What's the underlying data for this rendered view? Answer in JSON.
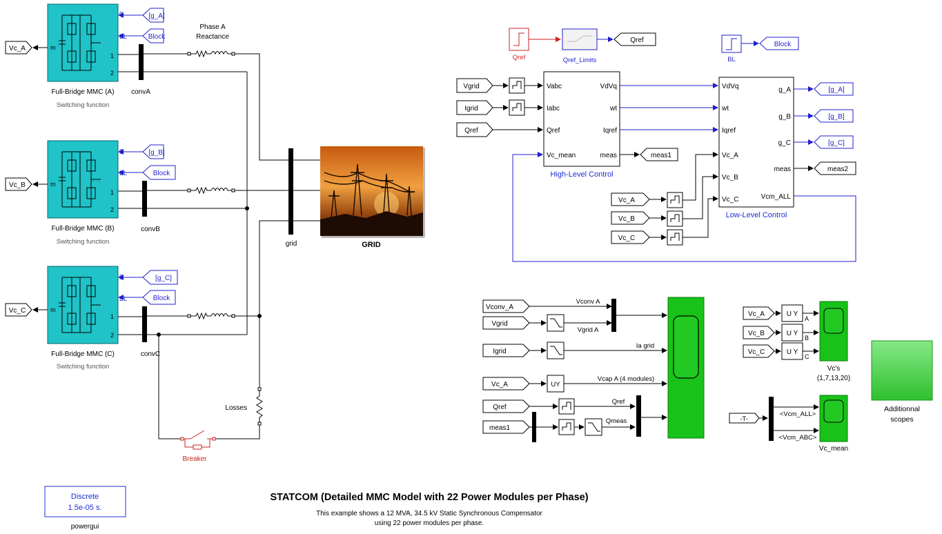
{
  "colors": {
    "wire": "#000000",
    "signal": "#1f1fcc",
    "block_cyan": "#1fc3c8",
    "scope_green": "#18c218",
    "scope_screen": "#22c922",
    "breaker_red": "#cc2020",
    "label_blue": "#1a2fd0"
  },
  "mmc": {
    "phase_a": {
      "name": "Full-Bridge MMC (A)",
      "sub": "Switching function",
      "vc_out": "Vc_A",
      "g_tag": "[g_A]",
      "block_tag": "Block",
      "port_g": "g",
      "port_bl": "BL",
      "port_m": "m",
      "port_1": "1",
      "port_2": "2",
      "mux": "convA"
    },
    "phase_b": {
      "name": "Full-Bridge MMC (B)",
      "sub": "Switching function",
      "vc_out": "Vc_B",
      "g_tag": "[g_B]",
      "block_tag": "Block",
      "port_g": "g",
      "port_bl": "BL",
      "port_m": "m",
      "port_1": "1",
      "port_2": "2",
      "mux": "convB"
    },
    "phase_c": {
      "name": "Full-Bridge MMC (C)",
      "sub": "Switching function",
      "vc_out": "Vc_C",
      "g_tag": "[g_C]",
      "block_tag": "Block",
      "port_g": "g",
      "port_bl": "BL",
      "port_m": "m",
      "port_1": "1",
      "port_2": "2",
      "mux": "convC"
    }
  },
  "reactance_label_line1": "Phase A",
  "reactance_label_line2": "Reactance",
  "grid_bus_label": "grid",
  "grid_label": "GRID",
  "losses_label": "Losses",
  "breaker_label": "Breaker",
  "qref_step": {
    "label": "Qref",
    "sat_label": "Qref_Limits",
    "goto": "Qref"
  },
  "bl_step": {
    "label": "BL",
    "goto": "Block"
  },
  "hlc": {
    "title": "High-Level Control",
    "in_vabc": "Vabc",
    "in_iabc": "Iabc",
    "in_qref": "Qref",
    "in_vcmean": "Vc_mean",
    "out_vdvq": "VdVq",
    "out_wt": "wt",
    "out_iqref": "Iqref",
    "out_meas": "meas",
    "from_vgrid": "Vgrid",
    "from_igrid": "Igrid",
    "from_qref": "Qref",
    "goto_meas": "meas1"
  },
  "llc": {
    "title": "Low-Level Control",
    "in_vdvq": "VdVq",
    "in_wt": "wt",
    "in_iqref": "Iqref",
    "in_vca": "Vc_A",
    "in_vcb": "Vc_B",
    "in_vcc": "Vc_C",
    "out_ga": "g_A",
    "out_gb": "g_B",
    "out_gc": "g_C",
    "out_meas": "meas",
    "out_vcm": "Vcm_ALL",
    "goto_ga": "[g_A]",
    "goto_gb": "[g_B]",
    "goto_gc": "[g_C]",
    "goto_meas": "meas2",
    "from_vca": "Vc_A",
    "from_vcb": "Vc_B",
    "from_vcc": "Vc_C"
  },
  "scope_main": {
    "from_vconv": "Vconv_A",
    "from_vgrid": "Vgrid",
    "from_igrid": "Igrid",
    "from_vca": "Vc_A",
    "from_qref": "Qref",
    "from_meas1": "meas1",
    "sig_vconv": "Vconv A",
    "sig_vgrid": "Vgrid A",
    "sig_igrid": "Ia grid",
    "sig_vcap": "Vcap A (4 modules)",
    "sig_qref": "Qref",
    "sig_qmeas": "Qmeas",
    "uy": "UY"
  },
  "scope_vcs": {
    "from_a": "Vc_A",
    "from_b": "Vc_B",
    "from_c": "Vc_C",
    "uy": "U Y",
    "sig_a": "A",
    "sig_b": "B",
    "sig_c": "C",
    "title": "Vc's",
    "sub": "(1,7,13,20)"
  },
  "scope_vcmean": {
    "from_t": "-T-",
    "sig_all": "<Vcm_ALL>",
    "sig_abc": "<Vcm_ABC>",
    "title": "Vc_mean"
  },
  "additional_scopes": {
    "line1": "Additionnal",
    "line2": "scopes"
  },
  "powergui": {
    "line1": "Discrete",
    "line2": "1.5e-05 s.",
    "label": "powergui"
  },
  "title": "STATCOM (Detailed MMC Model with 22 Power Modules per Phase)",
  "description_line1": "This example shows a 12 MVA, 34.5 kV Static Synchronous Compensator",
  "description_line2": "using 22 power modules per phase."
}
